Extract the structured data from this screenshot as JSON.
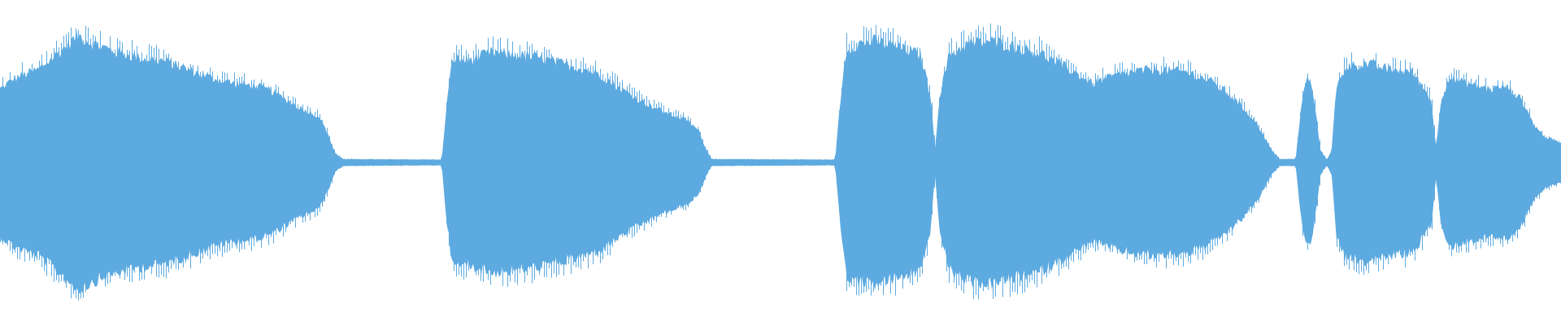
{
  "waveform": {
    "color": "#5daae0",
    "background": "#ffffff",
    "peak_scale": 1.0,
    "envelope": [
      [
        0.0,
        0.26
      ],
      [
        0.01,
        0.3
      ],
      [
        0.025,
        0.33
      ],
      [
        0.04,
        0.4
      ],
      [
        0.05,
        0.45
      ],
      [
        0.06,
        0.42
      ],
      [
        0.075,
        0.39
      ],
      [
        0.09,
        0.37
      ],
      [
        0.105,
        0.36
      ],
      [
        0.12,
        0.33
      ],
      [
        0.135,
        0.3
      ],
      [
        0.15,
        0.28
      ],
      [
        0.165,
        0.27
      ],
      [
        0.175,
        0.25
      ],
      [
        0.19,
        0.2
      ],
      [
        0.205,
        0.16
      ],
      [
        0.21,
        0.1
      ],
      [
        0.215,
        0.03
      ],
      [
        0.22,
        0.012
      ],
      [
        0.283,
        0.01
      ],
      [
        0.286,
        0.2
      ],
      [
        0.29,
        0.37
      ],
      [
        0.3,
        0.36
      ],
      [
        0.315,
        0.39
      ],
      [
        0.33,
        0.38
      ],
      [
        0.345,
        0.37
      ],
      [
        0.36,
        0.35
      ],
      [
        0.375,
        0.33
      ],
      [
        0.385,
        0.31
      ],
      [
        0.395,
        0.27
      ],
      [
        0.41,
        0.22
      ],
      [
        0.425,
        0.18
      ],
      [
        0.44,
        0.15
      ],
      [
        0.448,
        0.11
      ],
      [
        0.452,
        0.05
      ],
      [
        0.456,
        0.012
      ],
      [
        0.535,
        0.01
      ],
      [
        0.538,
        0.2
      ],
      [
        0.542,
        0.4
      ],
      [
        0.55,
        0.42
      ],
      [
        0.56,
        0.43
      ],
      [
        0.575,
        0.41
      ],
      [
        0.59,
        0.38
      ],
      [
        0.596,
        0.24
      ],
      [
        0.599,
        0.05
      ],
      [
        0.602,
        0.24
      ],
      [
        0.608,
        0.38
      ],
      [
        0.62,
        0.42
      ],
      [
        0.635,
        0.43
      ],
      [
        0.65,
        0.41
      ],
      [
        0.665,
        0.39
      ],
      [
        0.685,
        0.33
      ],
      [
        0.7,
        0.28
      ],
      [
        0.71,
        0.3
      ],
      [
        0.725,
        0.32
      ],
      [
        0.74,
        0.33
      ],
      [
        0.76,
        0.32
      ],
      [
        0.775,
        0.29
      ],
      [
        0.79,
        0.23
      ],
      [
        0.805,
        0.14
      ],
      [
        0.815,
        0.04
      ],
      [
        0.82,
        0.012
      ],
      [
        0.83,
        0.012
      ],
      [
        0.834,
        0.22
      ],
      [
        0.838,
        0.31
      ],
      [
        0.842,
        0.22
      ],
      [
        0.846,
        0.04
      ],
      [
        0.85,
        0.012
      ],
      [
        0.853,
        0.04
      ],
      [
        0.856,
        0.26
      ],
      [
        0.862,
        0.34
      ],
      [
        0.875,
        0.35
      ],
      [
        0.89,
        0.33
      ],
      [
        0.905,
        0.32
      ],
      [
        0.917,
        0.22
      ],
      [
        0.92,
        0.05
      ],
      [
        0.923,
        0.22
      ],
      [
        0.928,
        0.3
      ],
      [
        0.94,
        0.28
      ],
      [
        0.955,
        0.26
      ],
      [
        0.965,
        0.27
      ],
      [
        0.975,
        0.22
      ],
      [
        0.983,
        0.13
      ],
      [
        0.99,
        0.09
      ],
      [
        1.0,
        0.07
      ]
    ]
  }
}
